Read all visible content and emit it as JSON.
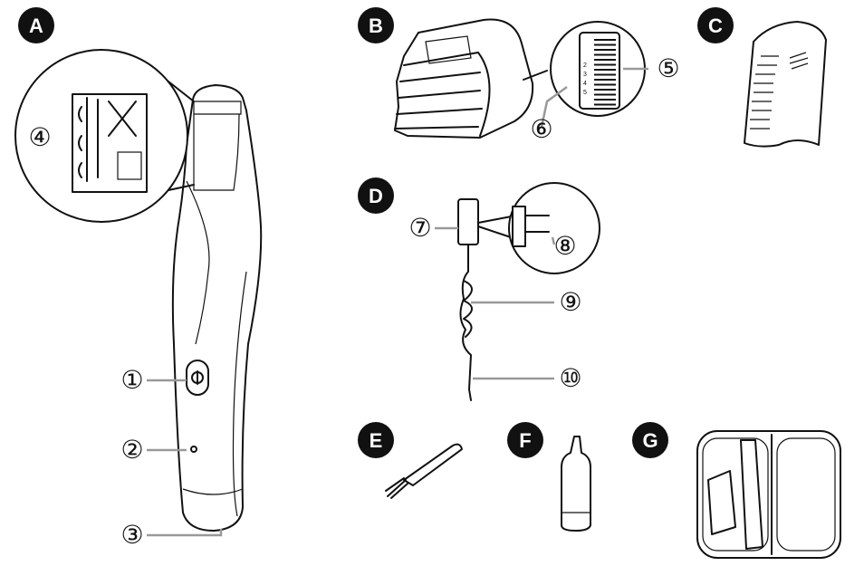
{
  "figure": {
    "parts": [
      {
        "letter": "A",
        "item": "trimmer-body"
      },
      {
        "letter": "B",
        "item": "comb-attachment"
      },
      {
        "letter": "C",
        "item": "protective-cap"
      },
      {
        "letter": "D",
        "item": "ac-adaptor"
      },
      {
        "letter": "E",
        "item": "cleaning-brush"
      },
      {
        "letter": "F",
        "item": "oil-bottle"
      },
      {
        "letter": "G",
        "item": "storage-case"
      }
    ],
    "callouts": [
      "1",
      "2",
      "3",
      "4",
      "5",
      "6",
      "7",
      "8",
      "9",
      "10"
    ],
    "callout_glyphs": [
      "①",
      "②",
      "③",
      "④",
      "⑤",
      "⑥",
      "⑦",
      "⑧",
      "⑨",
      "⑩"
    ],
    "comb_scale": [
      "2",
      "3",
      "4",
      "5"
    ]
  }
}
